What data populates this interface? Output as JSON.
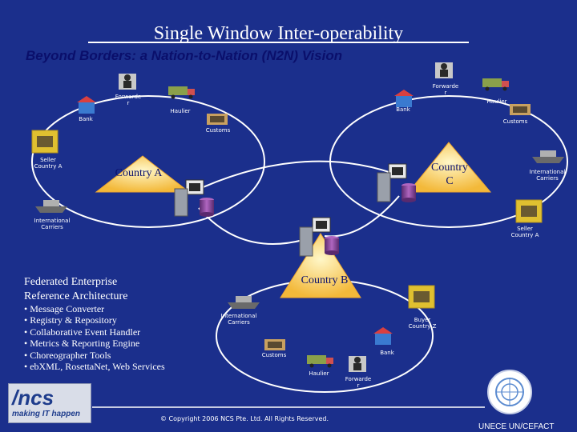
{
  "title": "Single Window Inter-operability",
  "subtitle": "Beyond Borders:  a Nation-to-Nation (N2N) Vision",
  "countries": {
    "a": "Country A",
    "b": "Country B",
    "c_line1": "Country",
    "c_line2": "C"
  },
  "nodes": {
    "bank_a": "Bank",
    "forwarder_a_line1": "Forwarde",
    "forwarder_a_line2": "r",
    "haulier_a": "Haulier",
    "customs_a": "Customs",
    "seller_a_line1": "Seller",
    "seller_a_line2": "Country A",
    "intl_carriers_left_line1": "International",
    "intl_carriers_left_line2": "Carriers",
    "forwarder_c_line1": "Forwarde",
    "forwarder_c_line2": "r",
    "bank_c": "Bank",
    "haulier_c": "Haulier",
    "customs_c": "Customs",
    "intl_carriers_right_line1": "International",
    "intl_carriers_right_line2": "Carriers",
    "seller_c_line1": "Seller",
    "seller_c_line2": "Country A",
    "intl_carriers_b_line1": "International",
    "intl_carriers_b_line2": "Carriers",
    "buyer_line1": "Buyer",
    "buyer_line2": "Country Z",
    "bank_b": "Bank",
    "customs_b": "Customs",
    "haulier_b": "Haulier",
    "forwarder_b_line1": "Forwarde",
    "forwarder_b_line2": "r"
  },
  "fear": {
    "title_line1": "Federated Enterprise",
    "title_line2": "Reference Architecture",
    "items": [
      "Message Converter",
      "Registry & Repository",
      "Collaborative Event Handler",
      "Metrics & Reporting Engine",
      "Choreographer Tools",
      "ebXML, RosettaNet, Web Services"
    ]
  },
  "footer": {
    "copyright": "© Copyright 2006 NCS Pte. Ltd. All Rights Reserved.",
    "org": "UNECE UN/CEFACT",
    "logo_mark": "/ncs",
    "logo_tagline": "making IT happen"
  },
  "colors": {
    "background": "#1b2f8c",
    "triangle_fill": "#f7c64a",
    "triangle_light": "#fff3b8",
    "connector_lines": "#ffffff",
    "title_text": "#ffffff",
    "subtitle_text": "#0a0f6b"
  },
  "icons": [
    "person-icon",
    "building-icon",
    "truck-icon",
    "ship-icon",
    "computer-icon",
    "database-icon",
    "un-emblem"
  ]
}
